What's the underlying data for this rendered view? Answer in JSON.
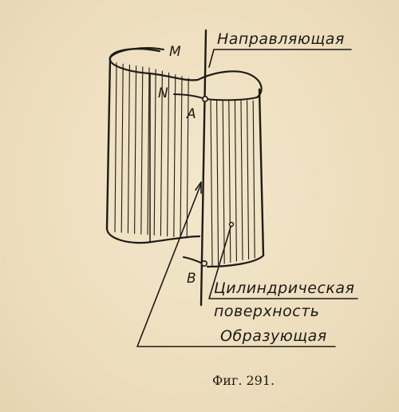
{
  "labels": {
    "directrix": "Направляющая",
    "surface_line1": "Цилиндрическая",
    "surface_line2": "поверхность",
    "generatrix": "Образующая"
  },
  "points": {
    "m": "M",
    "n": "N",
    "a": "A",
    "b": "B"
  },
  "caption": "Фиг. 291.",
  "colors": {
    "ink": "#1e1a16",
    "paper": "#efe2c4"
  }
}
